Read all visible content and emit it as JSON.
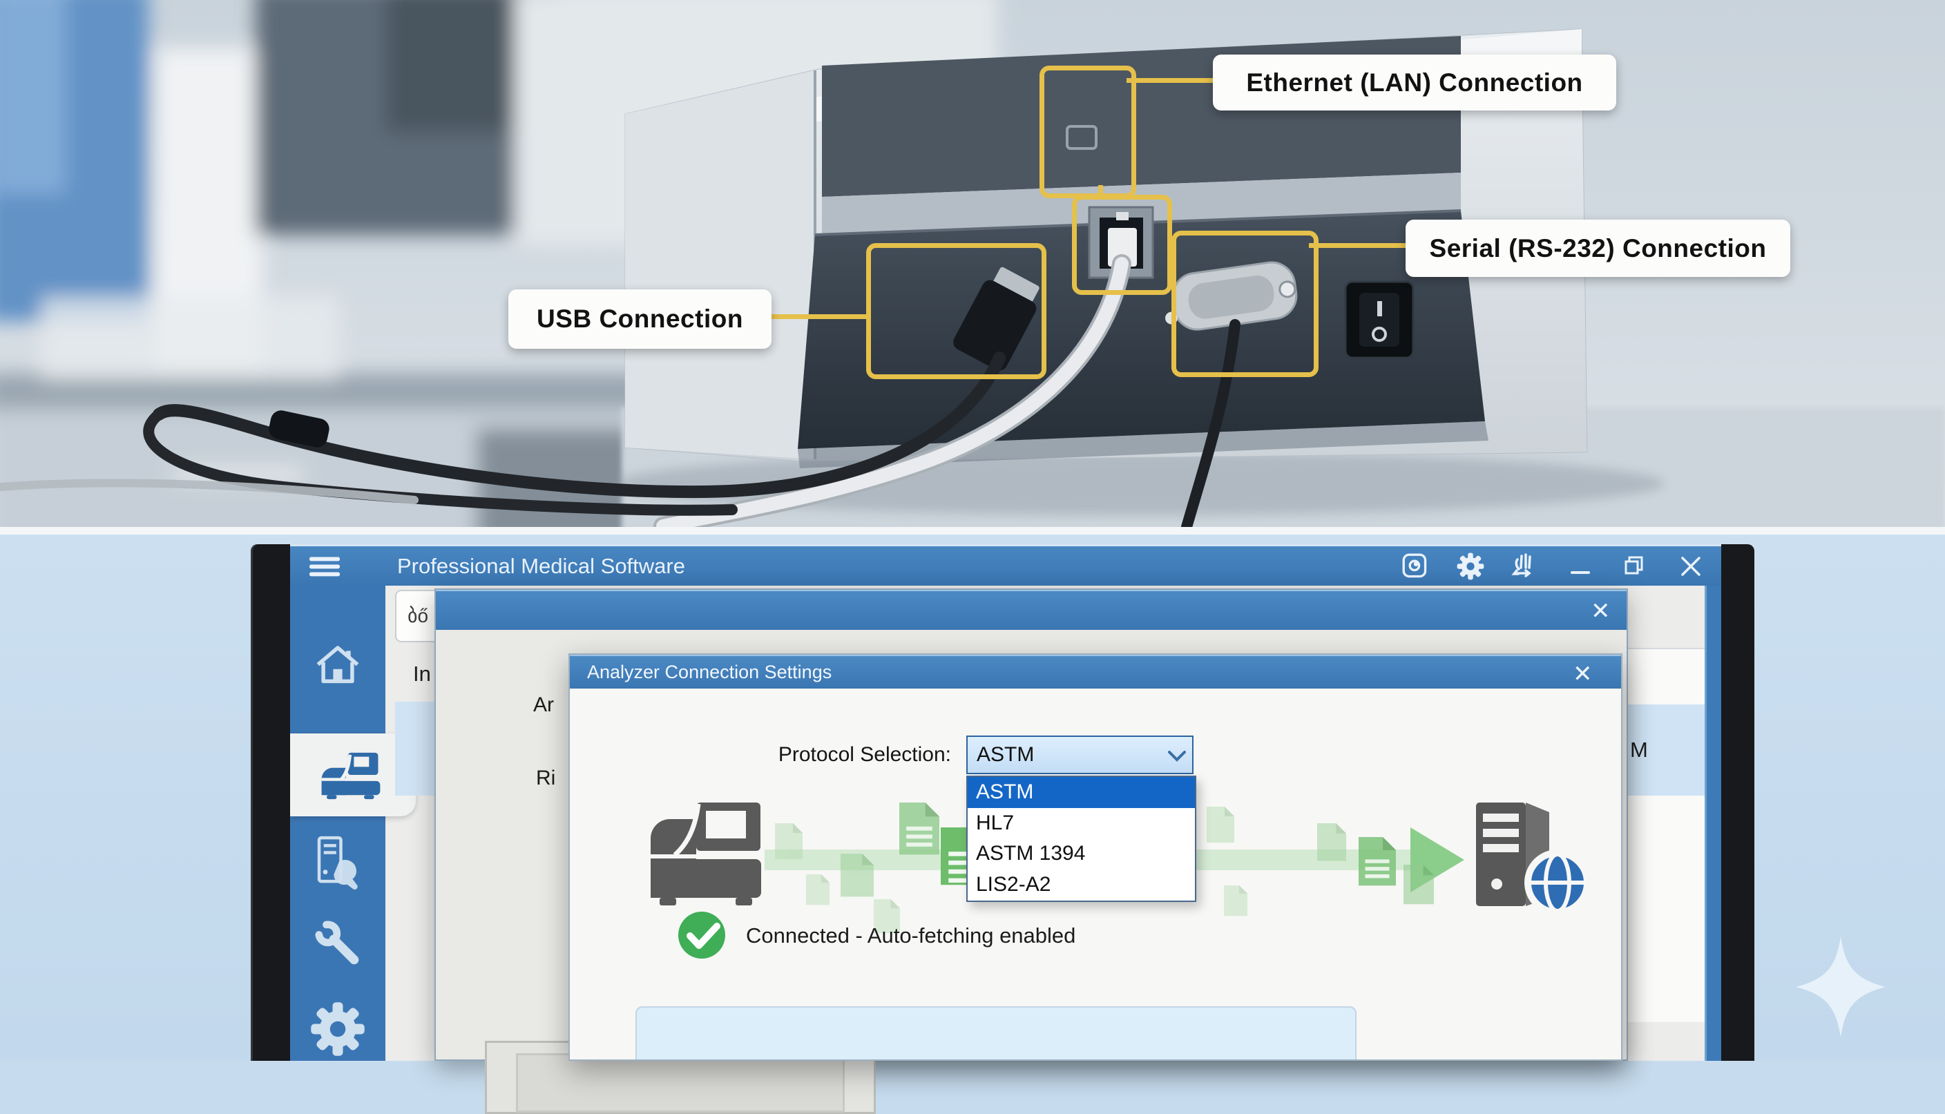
{
  "photo": {
    "callouts": {
      "ethernet": "Ethernet (LAN) Connection",
      "serial": "Serial (RS-232) Connection",
      "usb": "USB Connection"
    }
  },
  "window": {
    "title": "Professional Medical Software",
    "search_value": "ბő",
    "content": {
      "panel_heading_fragment": "In",
      "row_text_fragment": "M"
    },
    "outer_dialog": {
      "field_fragment_1": "Ar",
      "field_fragment_2": "Ri"
    },
    "dialog": {
      "title": "Analyzer Connection Settings",
      "protocol_label": "Protocol Selection:",
      "protocol_value": "ASTM",
      "options": [
        "ASTM",
        "HL7",
        "ASTM 1394",
        "LIS2-A2"
      ],
      "status": "Connected - Auto-fetching enabled",
      "close_glyph": "✕"
    },
    "outer_close_glyph": "✕",
    "close_glyph": "✕"
  },
  "icons": {
    "titlebar": [
      "menu-icon",
      "app-window-icon",
      "settings-gear-icon",
      "device-status-icon",
      "minimize-icon",
      "maximize-icon",
      "close-icon"
    ],
    "sidebar": [
      "home-icon",
      "analyzer-icon",
      "server-tools-icon",
      "wrench-icon",
      "gear-icon",
      "tray-icon"
    ],
    "dialog": [
      "analyzer-machine-icon",
      "document-flow-icons",
      "arrow-right-icon",
      "server-globe-icon",
      "check-circle-icon",
      "chevron-down-icon"
    ]
  },
  "colors": {
    "titlebar_blue": "#3d7ab8",
    "sidebar_blue": "#3b76b4",
    "selection_blue": "#1366c6",
    "status_green": "#3fae57",
    "callout_yellow": "#e5c04a",
    "flow_green": "#cfe8cd",
    "desktop_blue": "#c6dcee"
  }
}
